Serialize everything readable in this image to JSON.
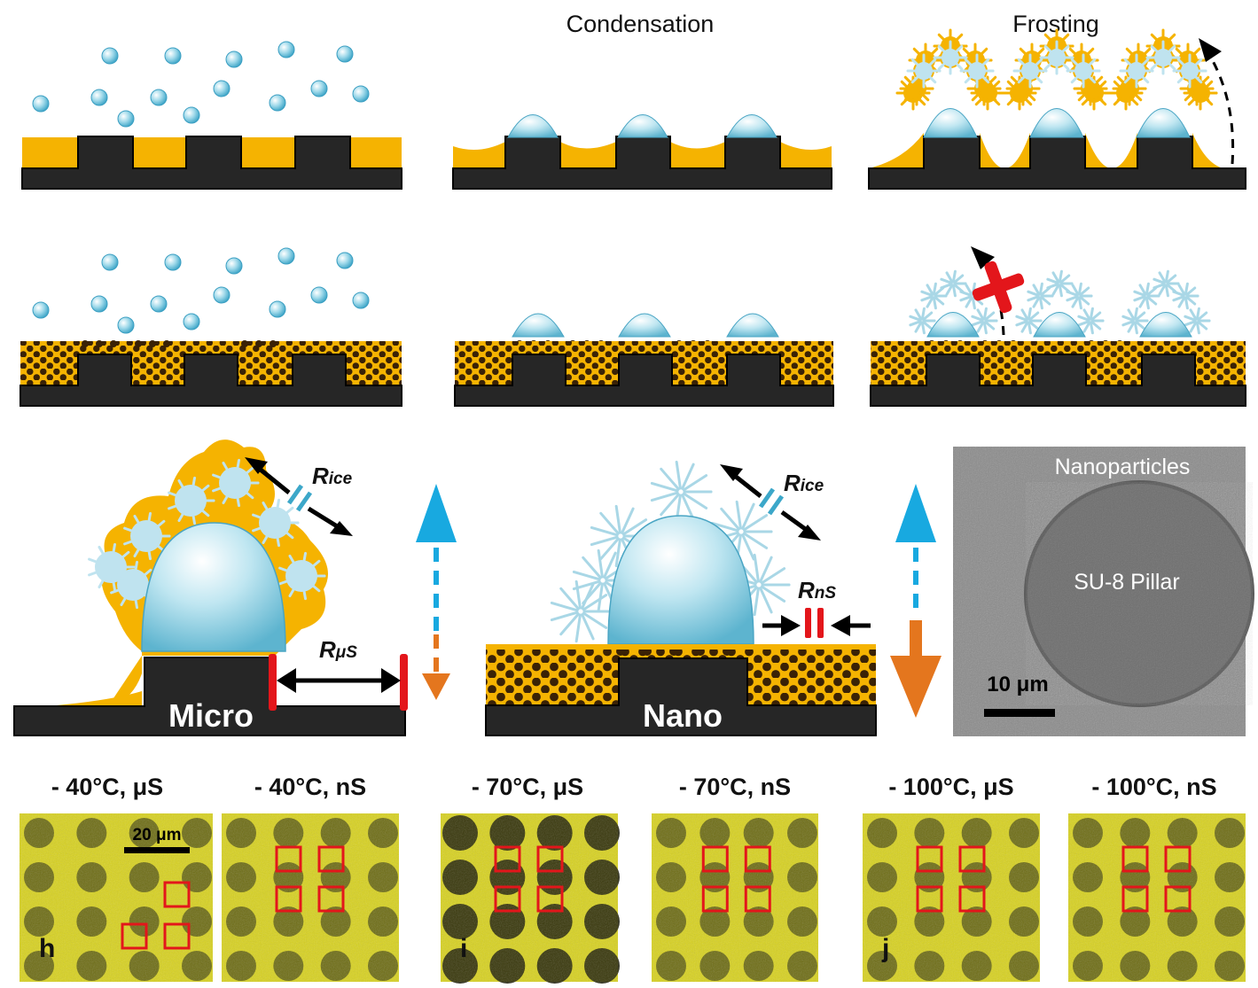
{
  "headers": {
    "condensation": "Condensation",
    "frosting": "Frosting"
  },
  "schematic": {
    "micro_label": "Micro",
    "nano_label": "Nano",
    "r_ice_main": "R",
    "r_ice_sub": "ice",
    "r_us_main": "R",
    "r_us_sub": "μS",
    "r_ns_main": "R",
    "r_ns_sub": "nS"
  },
  "sem": {
    "nanoparticles_label": "Nanoparticles",
    "pillar_label": "SU-8 Pillar",
    "scale_label": "10 μm"
  },
  "micrographs": [
    {
      "label": "- 40°C, μS",
      "letter": "h",
      "scale": "20 μm"
    },
    {
      "label": "- 40°C, nS",
      "letter": "",
      "scale": ""
    },
    {
      "label": "- 70°C, μS",
      "letter": "i",
      "scale": ""
    },
    {
      "label": "- 70°C, nS",
      "letter": "",
      "scale": ""
    },
    {
      "label": "- 100°C, μS",
      "letter": "j",
      "scale": ""
    },
    {
      "label": "- 100°C, nS",
      "letter": "",
      "scale": ""
    }
  ],
  "colors": {
    "substrate": "#262626",
    "coating": "#F5B301",
    "droplet": "#8FD0E2",
    "frost": "#A9D7E6",
    "arrow_blue": "#18A9E0",
    "arrow_orange": "#E4761E",
    "marker_red": "#E3161B",
    "micrograph": "#D8D21E"
  }
}
